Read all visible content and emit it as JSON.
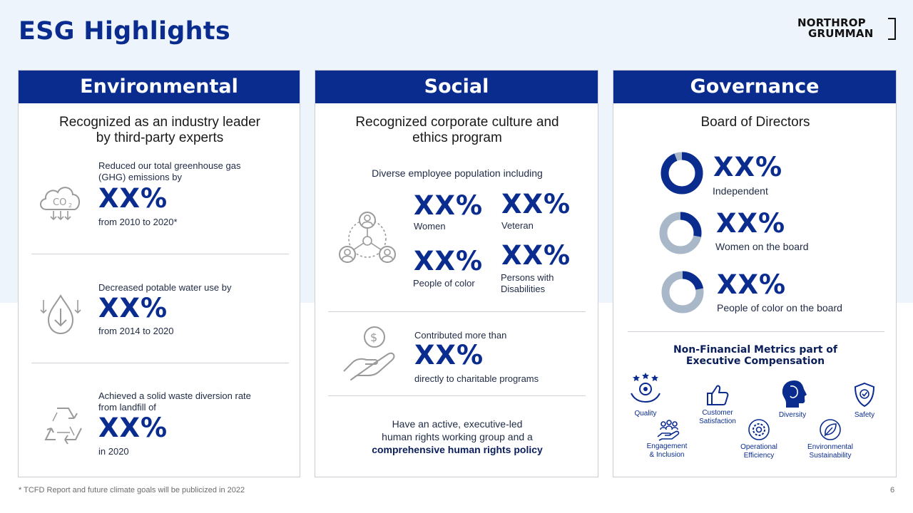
{
  "page": {
    "title": "ESG Highlights",
    "page_number": "6"
  },
  "logo": {
    "line1": "NORTHROP",
    "line2": "GRUMMAN"
  },
  "footnote": "* TCFD Report and future climate goals will be publicized in 2022",
  "colors": {
    "brand": "#0a2c8f",
    "ring_track": "#a9b8c9",
    "icon_gray": "#9a9a9a"
  },
  "environmental": {
    "header": "Environmental",
    "subtitle_line1": "Recognized as an industry leader",
    "subtitle_line2": "by third-party experts",
    "items": [
      {
        "icon": "co2-cloud-icon",
        "pre_line1": "Reduced our total greenhouse gas",
        "pre_line2": "(GHG) emissions by",
        "value": "XX%",
        "post": "from 2010 to 2020*"
      },
      {
        "icon": "water-drop-icon",
        "pre_line1": "Decreased potable water use by",
        "value": "XX%",
        "post": "from 2014 to 2020"
      },
      {
        "icon": "recycle-icon",
        "pre_line1": "Achieved a solid waste diversion rate",
        "pre_line2": "from landfill of",
        "value": "XX%",
        "post": "in 2020"
      }
    ]
  },
  "social": {
    "header": "Social",
    "subtitle_line1": "Recognized corporate culture and",
    "subtitle_line2": "ethics program",
    "diverse_label": "Diverse employee population including",
    "stats": [
      {
        "value": "XX%",
        "label": "Women"
      },
      {
        "value": "XX%",
        "label": "Veteran"
      },
      {
        "value": "XX%",
        "label": "People of color"
      },
      {
        "value": "XX%",
        "label_line1": "Persons with",
        "label_line2": "Disabilities"
      }
    ],
    "charity": {
      "icon": "hand-dollar-icon",
      "pre": "Contributed more than",
      "value": "XX%",
      "post": "directly to charitable programs"
    },
    "rights_line1": "Have an active, executive-led",
    "rights_line2": "human rights working group and a",
    "rights_line3": "comprehensive human rights policy"
  },
  "governance": {
    "header": "Governance",
    "subtitle": "Board of Directors",
    "rings": [
      {
        "value": "XX%",
        "label": "Independent",
        "fill_fraction": 0.94
      },
      {
        "value": "XX%",
        "label": "Women on the board",
        "fill_fraction": 0.28
      },
      {
        "value": "XX%",
        "label": "People of color on the board",
        "fill_fraction": 0.22
      }
    ],
    "nfm_title_line1": "Non-Financial Metrics part of",
    "nfm_title_line2": "Executive Compensation",
    "metrics": [
      {
        "icon": "quality-award-icon",
        "label_line1": "Quality"
      },
      {
        "icon": "thumbs-up-icon",
        "label_line1": "Customer",
        "label_line2": "Satisfaction"
      },
      {
        "icon": "head-profile-icon",
        "label_line1": "Diversity"
      },
      {
        "icon": "shield-check-icon",
        "label_line1": "Safety"
      },
      {
        "icon": "people-hand-icon",
        "label_line1": "Engagement",
        "label_line2": "& Inclusion"
      },
      {
        "icon": "gear-icon",
        "label_line1": "Operational",
        "label_line2": "Efficiency"
      },
      {
        "icon": "leaf-icon",
        "label_line1": "Environmental",
        "label_line2": "Sustainability"
      }
    ]
  }
}
